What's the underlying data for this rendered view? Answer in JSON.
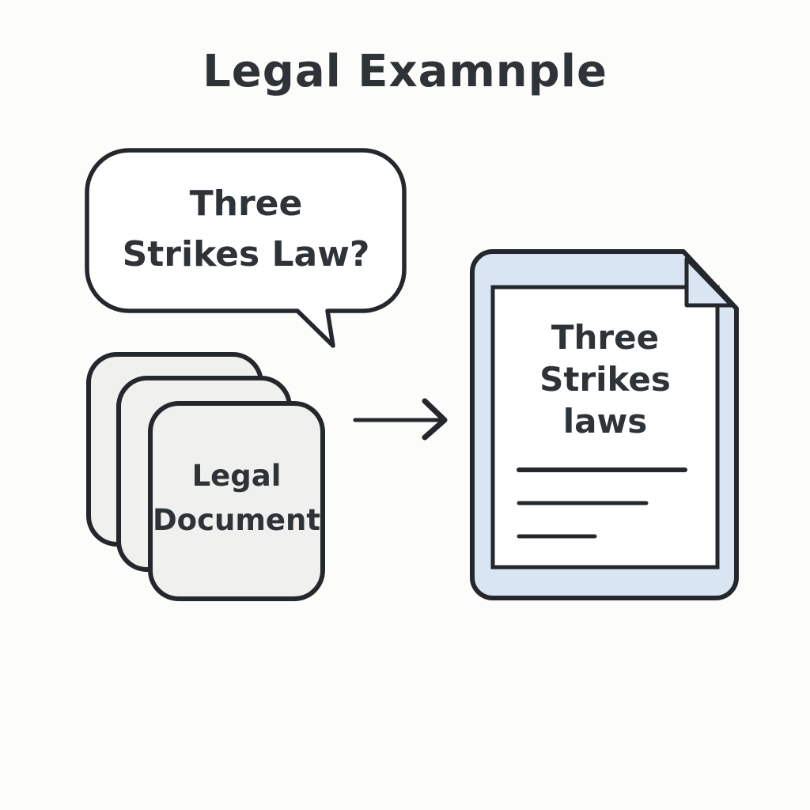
{
  "title": "Legal Examnple",
  "speech_bubble": {
    "line1": "Three",
    "line2": "Strikes Law?"
  },
  "document_stack": {
    "count": 3,
    "label_line1": "Legal",
    "label_line2": "Document"
  },
  "arrow": {
    "direction": "right",
    "glyph": "→"
  },
  "result_document": {
    "line1": "Three",
    "line2": "Strikes",
    "line3": "laws",
    "placeholder_rules": 3
  },
  "colors": {
    "ink": "#24282c",
    "text": "#2e3338",
    "card_fill": "#f0f0ee",
    "doc_frame_fill": "#d9e5f2",
    "page_fill": "#ffffff",
    "background": "#fcfcfb"
  }
}
